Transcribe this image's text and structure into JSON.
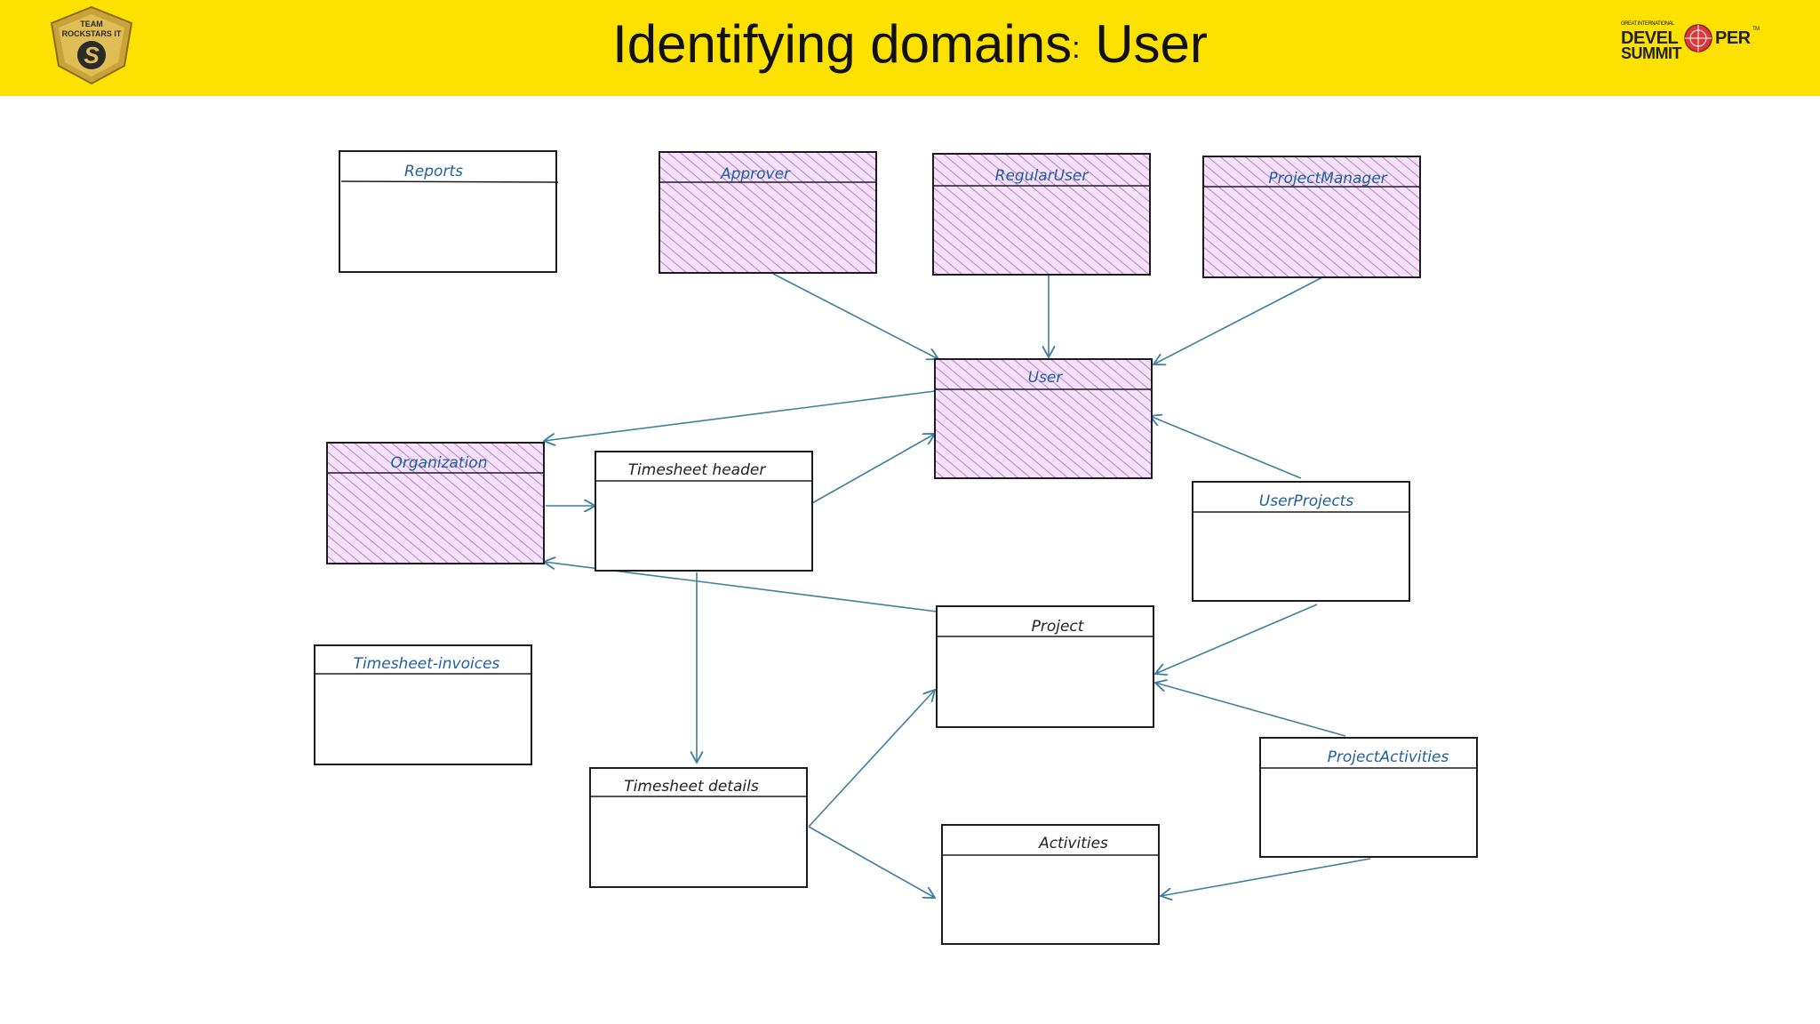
{
  "slide": {
    "title_main": "Identifying domains",
    "title_colon": ":",
    "title_tail": " User"
  },
  "logos": {
    "left": {
      "line1": "TEAM",
      "line2": "ROCKSTARS IT",
      "mark": "S"
    },
    "right": {
      "small": "GREAT INTERNATIONAL",
      "line1_a": "DEVEL",
      "line1_b": "PER",
      "line2": "SUMMIT",
      "tm": "TM"
    }
  },
  "colors": {
    "header": "#fde100",
    "hatch": "#c97fdb",
    "hatch_fill": "#f3e2f8",
    "arrow": "#3f7fa0",
    "label_blue": "#1f5f9e",
    "label_dark": "#222222",
    "box_stroke": "#1c1c1c"
  },
  "diagram": {
    "boxes": {
      "reports": "Reports",
      "approver": "Approver",
      "regular_user": "RegularUser",
      "project_manager": "ProjectManager",
      "user": "User",
      "organization": "Organization",
      "timesheet_header": "Timesheet header",
      "user_projects": "UserProjects",
      "project": "Project",
      "timesheet_invoices": "Timesheet-invoices",
      "project_activities": "ProjectActivities",
      "timesheet_details": "Timesheet details",
      "activities": "Activities"
    }
  }
}
